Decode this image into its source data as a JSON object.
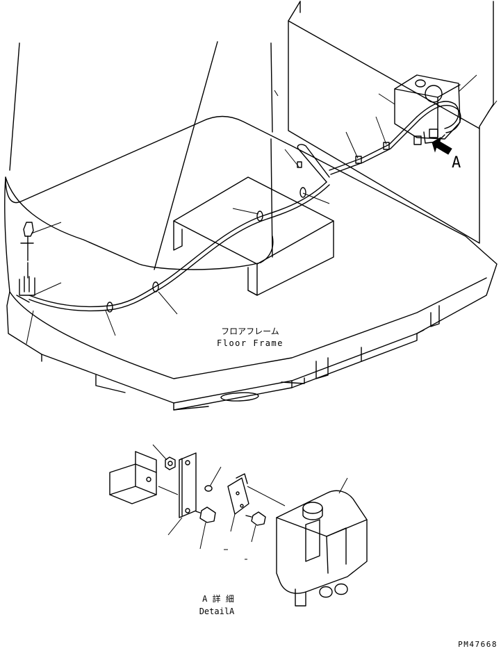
{
  "labels": {
    "floor_frame_jp": "フロアフレーム",
    "floor_frame_en": "Floor Frame",
    "arrow_letter": "A",
    "detail_jp": "A 詳 細",
    "detail_en": "DetailA",
    "drawing_number": "PM47668"
  }
}
